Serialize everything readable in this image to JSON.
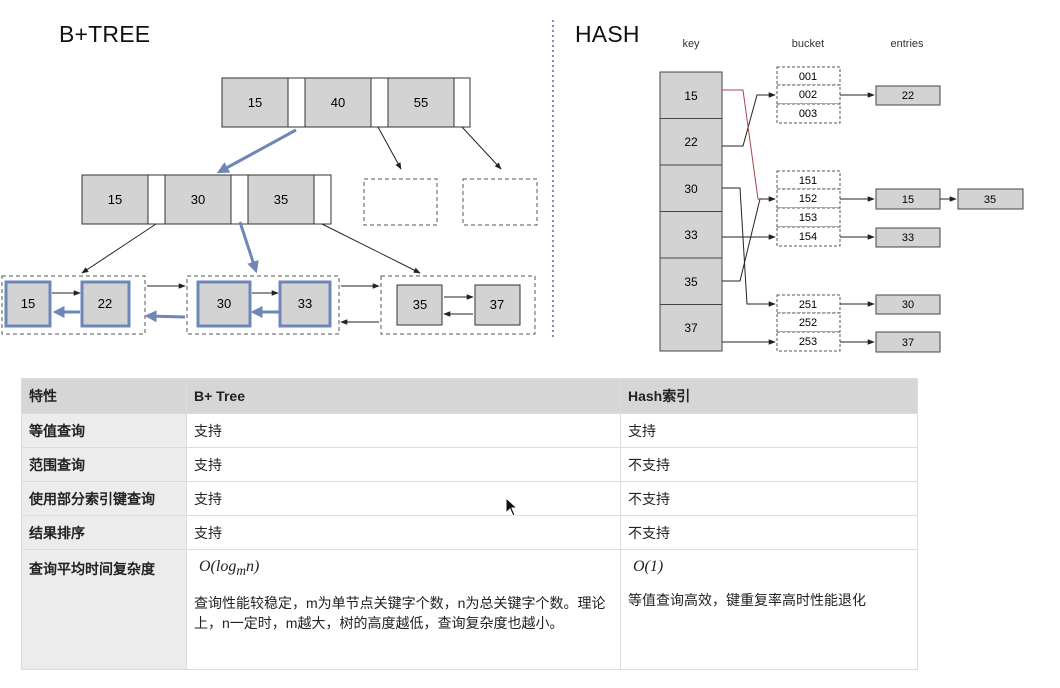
{
  "titles": {
    "btree": "B+TREE",
    "hash": "HASH"
  },
  "btree": {
    "root_keys": [
      "15",
      "40",
      "55"
    ],
    "level2_keys": [
      "15",
      "30",
      "35"
    ],
    "leaves": [
      [
        "15",
        "22"
      ],
      [
        "30",
        "33"
      ],
      [
        "35",
        "37"
      ]
    ]
  },
  "hash": {
    "headers": {
      "key": "key",
      "bucket": "bucket",
      "entries": "entries"
    },
    "keys": [
      "15",
      "22",
      "30",
      "33",
      "35",
      "37"
    ],
    "bucket_groups": [
      [
        "001",
        "002",
        "003"
      ],
      [
        "151",
        "152",
        "153",
        "154"
      ],
      [
        "251",
        "252",
        "253"
      ]
    ],
    "entries": {
      "b002": [
        "22"
      ],
      "b152": [
        "15",
        "35"
      ],
      "b154": [
        "33"
      ],
      "b251": [
        "30"
      ],
      "b253": [
        "37"
      ]
    }
  },
  "table": {
    "headers": [
      "特性",
      "B+ Tree",
      "Hash索引"
    ],
    "rows": [
      {
        "feature": "等值查询",
        "btree": "支持",
        "hash": "支持"
      },
      {
        "feature": "范围查询",
        "btree": "支持",
        "hash": "不支持"
      },
      {
        "feature": "使用部分索引键查询",
        "btree": "支持",
        "hash": "不支持"
      },
      {
        "feature": "结果排序",
        "btree": "支持",
        "hash": "不支持"
      }
    ],
    "complexity": {
      "feature": "查询平均时间复杂度",
      "btree_formula_pre": "O(log",
      "btree_formula_sub": "m",
      "btree_formula_post": "n)",
      "btree_desc": "查询性能较稳定，m为单节点关键字个数，n为总关键字个数。理论上，n一定时，m越大，树的高度越低，查询复杂度也越小。",
      "hash_formula": "O(1)",
      "hash_desc": "等值查询高效，键重复率高时性能退化"
    }
  },
  "colors": {
    "cell_fill": "#d3d3d3",
    "highlight_blue": "#6f86b8",
    "separator_blue": "#7d8fc2",
    "hash_link_red": "#a8454a"
  }
}
